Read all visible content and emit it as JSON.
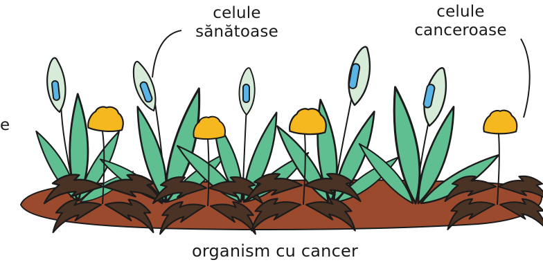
{
  "labels": {
    "healthy_line1": "celule",
    "healthy_line2": "sănătoase",
    "cancer_line1": "celule",
    "cancer_line2": "canceroase",
    "left_cut": "e",
    "caption": "organism cu cancer"
  },
  "colors": {
    "soil": "#9c4a2e",
    "leaf_green": "#5fbf91",
    "leaf_dark_stroke": "#1b1b1b",
    "spathe": "#d6ecd8",
    "spadix_blue": "#5bb4e6",
    "dandelion_yellow": "#f6b81f",
    "dandelion_leaf": "#4a3324"
  },
  "items": {
    "healthy_plants": [
      "peace-lily-1",
      "peace-lily-2",
      "peace-lily-3",
      "peace-lily-4",
      "peace-lily-5"
    ],
    "cancer_plants": [
      "dandelion-1",
      "dandelion-2",
      "dandelion-3",
      "dandelion-4",
      "dandelion-5"
    ]
  }
}
